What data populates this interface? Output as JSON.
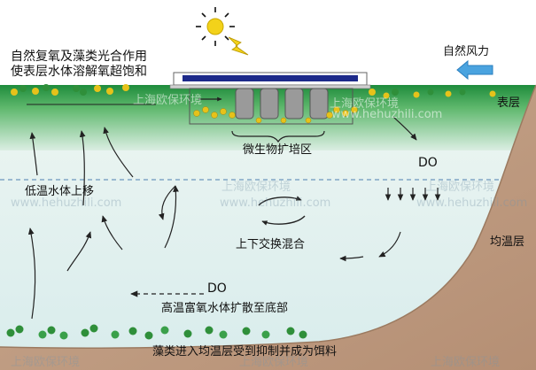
{
  "labels": {
    "surface_reaeration_line1": "自然复氧及藻类光合作用",
    "surface_reaeration_line2": "使表层水体溶解氧超饱和",
    "natural_wind": "自然风力",
    "surface_layer": "表层",
    "microbe_zone": "微生物扩培区",
    "do_top": "DO",
    "cold_water_rise": "低温水体上移",
    "mixing": "上下交换混合",
    "isothermal_layer": "均温层",
    "do_bottom": "DO",
    "warm_oxygen_spread": "高温富氧水体扩散至底部",
    "algae_bottom": "藻类进入均温层受到抑制并成为饵料"
  },
  "watermarks": {
    "company_cn": "上海欧保环境",
    "site": "www.hehuzhili.com"
  },
  "colors": {
    "surface_green": "#2e9e4a",
    "water_light": "#e6f3f1",
    "bank_brown": "#c4a389",
    "solar_panel": "#1d2a8a",
    "sun": "#f3d21a",
    "wind_arrow": "#4aa3df",
    "algae": "#2f8f3a",
    "oxygen_bubble": "#e6c21a",
    "dashed_divider": "#4d7fb0"
  },
  "icons": {
    "sun": "sun-icon",
    "lightning": "lightning-icon",
    "wind": "wind-arrow-icon",
    "solar": "solar-panel-icon"
  }
}
